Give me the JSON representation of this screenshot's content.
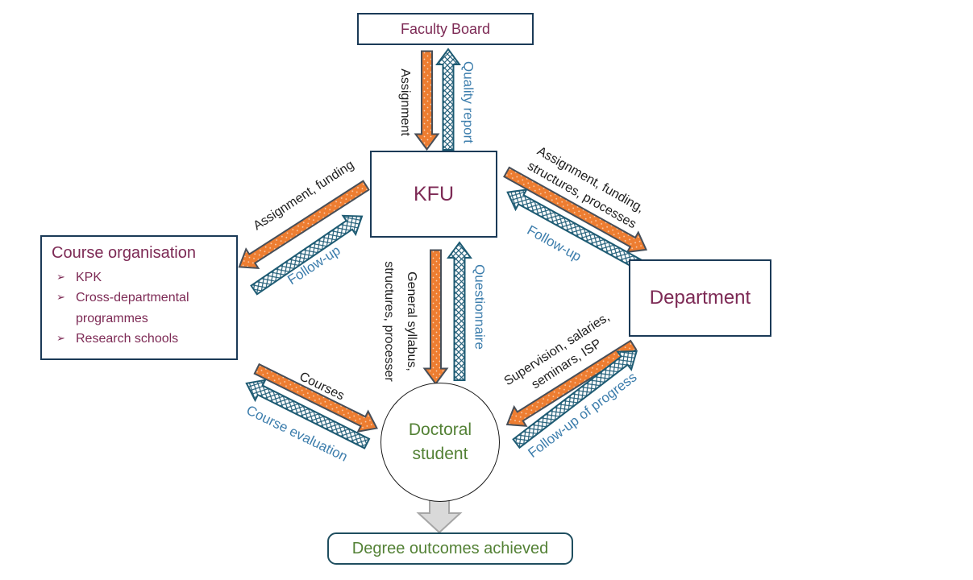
{
  "boxes": {
    "faculty_board": {
      "label": "Faculty Board"
    },
    "kfu": {
      "label": "KFU"
    },
    "course_organisation": {
      "title": "Course organisation",
      "bullet_marker": "➢",
      "bullets": [
        "KPK",
        "Cross-departmental programmes",
        "Research schools"
      ]
    },
    "department": {
      "label": "Department"
    },
    "doctoral_student": {
      "label": "Doctoral student"
    },
    "degree_outcomes": {
      "label": "Degree outcomes achieved"
    }
  },
  "arrow_labels": {
    "assignment": "Assignment",
    "quality_report": "Quality report",
    "assignment_funding": "Assignment, funding",
    "follow_up_course_org": "Follow-up",
    "assignment_funding_structures": "Assignment, funding,\nstructures, processes",
    "follow_up_department": "Follow-up",
    "general_syllabus": "General syllabus,\nstructures, processer",
    "questionnaire": "Questionnaire",
    "courses": "Courses",
    "course_evaluation": "Course evaluation",
    "supervision": "Supervision, salaries,\nseminars, ISP",
    "follow_up_progress": "Follow-up of progress"
  },
  "colors": {
    "box_text_purple": "#7D2A55",
    "box_border_navy": "#1B3A57",
    "green_text": "#538135",
    "blue_label_text": "#3C7DAC",
    "orange_arrow_fill": "#ED7D31",
    "orange_arrow_border": "#474F59",
    "blue_arrow_border": "#1E5B73",
    "degree_box_border": "#1F4E5F",
    "gray_arrow_fill": "#D9D9D9",
    "gray_arrow_border": "#A6A6A6"
  }
}
